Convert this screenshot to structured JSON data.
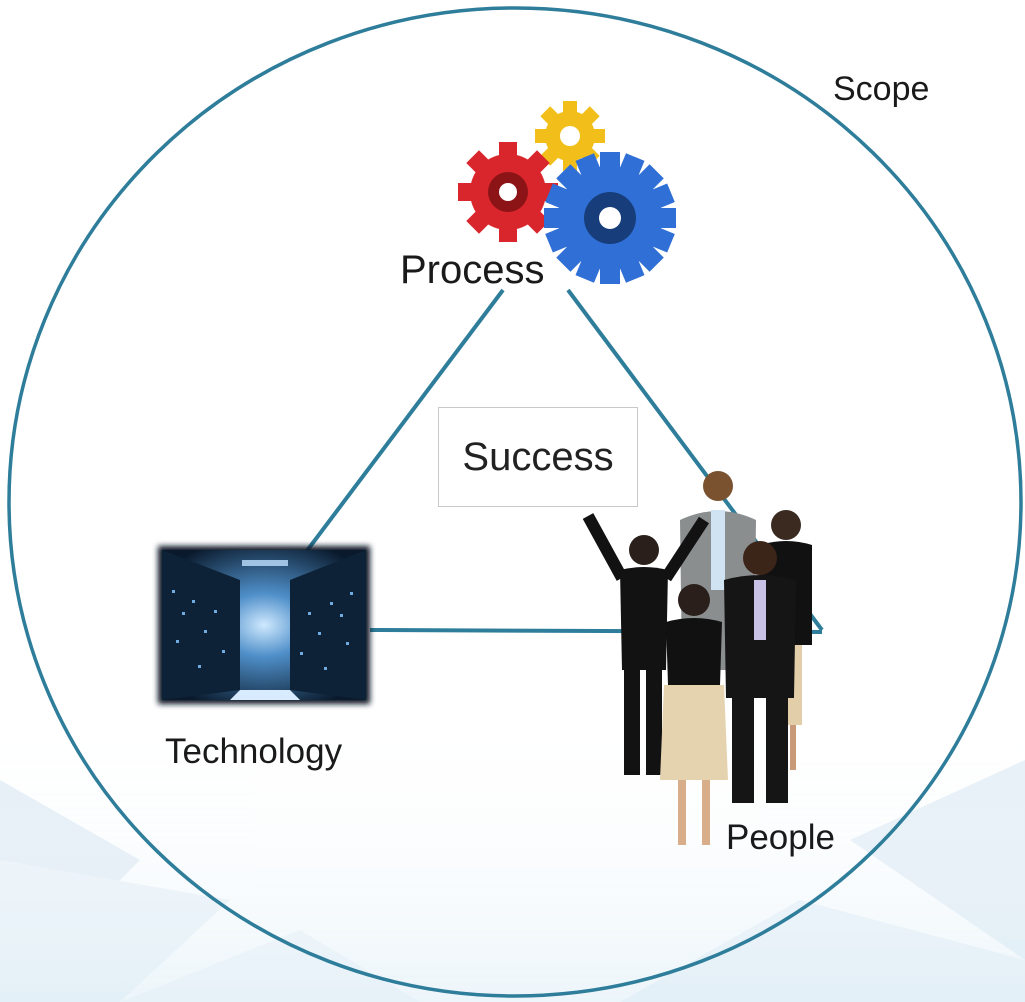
{
  "diagram": {
    "boundary": {
      "label": "Scope",
      "color": "#2e7d9a"
    },
    "center": {
      "label": "Success"
    },
    "nodes": [
      {
        "id": "process",
        "label": "Process",
        "icon": "gears-icon",
        "colors": [
          "#d9262c",
          "#2f6fd6",
          "#f2bf1a"
        ]
      },
      {
        "id": "technology",
        "label": "Technology",
        "icon": "server-room-image"
      },
      {
        "id": "people",
        "label": "People",
        "icon": "people-group-image"
      }
    ],
    "edges": [
      {
        "from": "process",
        "to": "technology"
      },
      {
        "from": "process",
        "to": "people"
      },
      {
        "from": "technology",
        "to": "people"
      }
    ]
  }
}
